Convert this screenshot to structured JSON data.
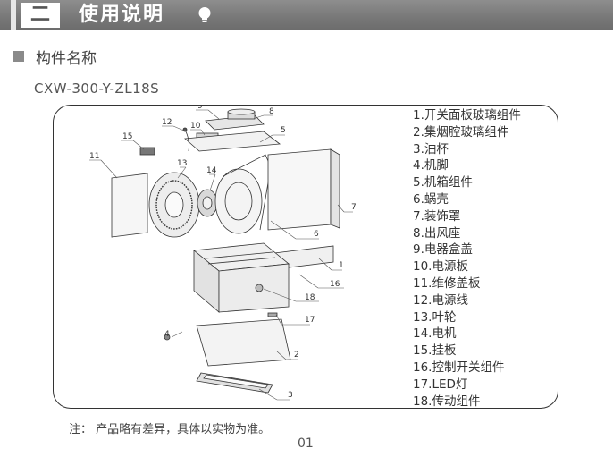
{
  "header": {
    "number": "二",
    "title": "使用说明"
  },
  "section": {
    "title": "构件名称"
  },
  "model": "CXW-300-Y-ZL18S",
  "parts": [
    "1.开关面板玻璃组件",
    "2.集烟腔玻璃组件",
    "3.油杯",
    "4.机脚",
    "5.机箱组件",
    "6.蜗壳",
    "7.装饰罩",
    "8.出风座",
    "9.电器盒盖",
    "10.电源板",
    "11.维修盖板",
    "12.电源线",
    "13.叶轮",
    "14.电机",
    "15.挂板",
    "16.控制开关组件",
    "17.LED灯",
    "18.传动组件"
  ],
  "diagram_labels": [
    "1",
    "2",
    "3",
    "4",
    "5",
    "6",
    "7",
    "8",
    "9",
    "10",
    "11",
    "12",
    "13",
    "14",
    "15",
    "16",
    "17",
    "18"
  ],
  "note": "注：  产品略有差异，具体以实物为准。",
  "page_number": "01",
  "icons": [
    "lightbulb-icon",
    "section-square-icon"
  ]
}
